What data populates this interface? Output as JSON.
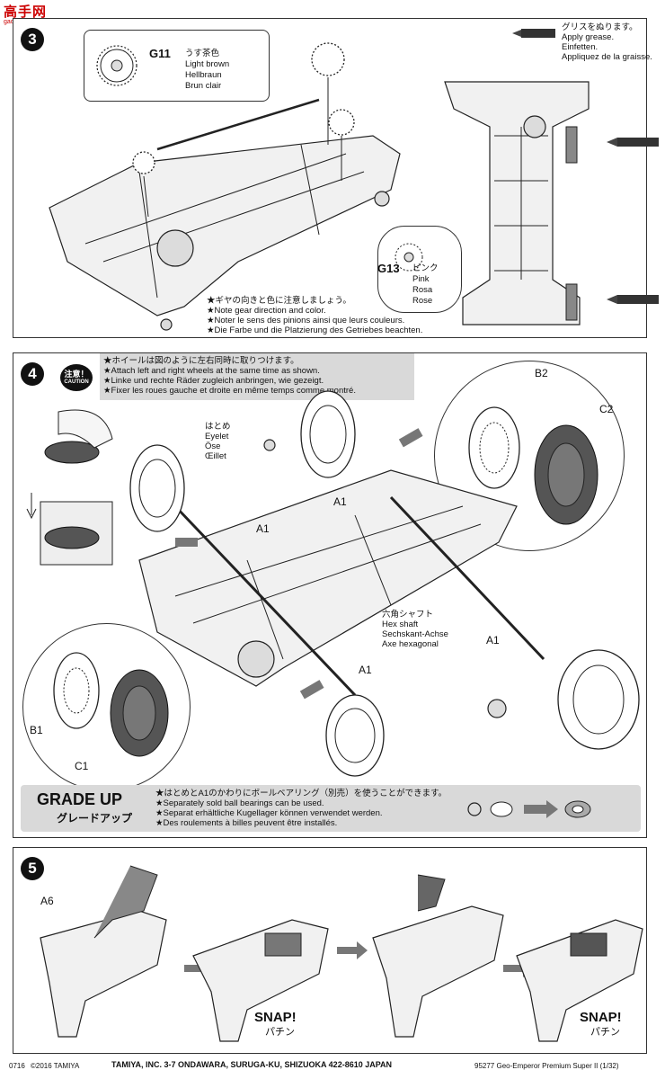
{
  "watermark": {
    "top": "高手网",
    "sub": "gaoshou.net"
  },
  "step3": {
    "number": "3",
    "gear_g11": {
      "code": "G11",
      "colors": [
        "うす茶色",
        "Light brown",
        "Hellbraun",
        "Brun clair"
      ]
    },
    "gear_g13": {
      "code": "G13",
      "colors": [
        "ピンク",
        "Pink",
        "Rosa",
        "Rose"
      ]
    },
    "grease": [
      "グリスをぬります。",
      "Apply grease.",
      "Einfetten.",
      "Appliquez de la graisse."
    ],
    "notes": [
      "★ギヤの向きと色に注意しましょう。",
      "★Note gear direction and color.",
      "★Noter le sens des pinions ainsi que leurs couleurs.",
      "★Die Farbe und die Platzierung des Getriebes beachten."
    ]
  },
  "step4": {
    "number": "4",
    "caution_jp": "注意！",
    "caution_en": "CAUTION",
    "notes": [
      "★ホイールは図のように左右同時に取りつけます。",
      "★Attach left and right wheels at the same time as shown.",
      "★Linke und rechte Räder zugleich anbringen, wie gezeigt.",
      "★Fixer les roues gauche et droite en même temps comme montré."
    ],
    "eyelet": [
      "はとめ",
      "Eyelet",
      "Öse",
      "Œillet"
    ],
    "hex_shaft": [
      "六角シャフト",
      "Hex shaft",
      "Sechskant-Achse",
      "Axe hexagonal"
    ],
    "parts": {
      "a1": "A1",
      "b1": "B1",
      "b2": "B2",
      "c1": "C1",
      "c2": "C2"
    },
    "grade_up": {
      "title": "GRADE UP",
      "title_jp": "グレードアップ",
      "notes": [
        "★はとめとA1のかわりにボールベアリング（別売）を使うことができます。",
        "★Separately sold ball bearings can be used.",
        "★Separat erhältliche Kugellager können verwendet werden.",
        "★Des roulements à billes peuvent être installés."
      ]
    }
  },
  "step5": {
    "number": "5",
    "part": "A6",
    "snap": "SNAP!",
    "snap_jp": "パチン"
  },
  "footer": {
    "code": "0716",
    "copyright": "©2016 TAMIYA",
    "address": "TAMIYA, INC. 3-7 ONDAWARA, SURUGA-KU, SHIZUOKA 422-8610 JAPAN",
    "product": "95277 Geo-Emperor Premium Super II (1/32)"
  }
}
